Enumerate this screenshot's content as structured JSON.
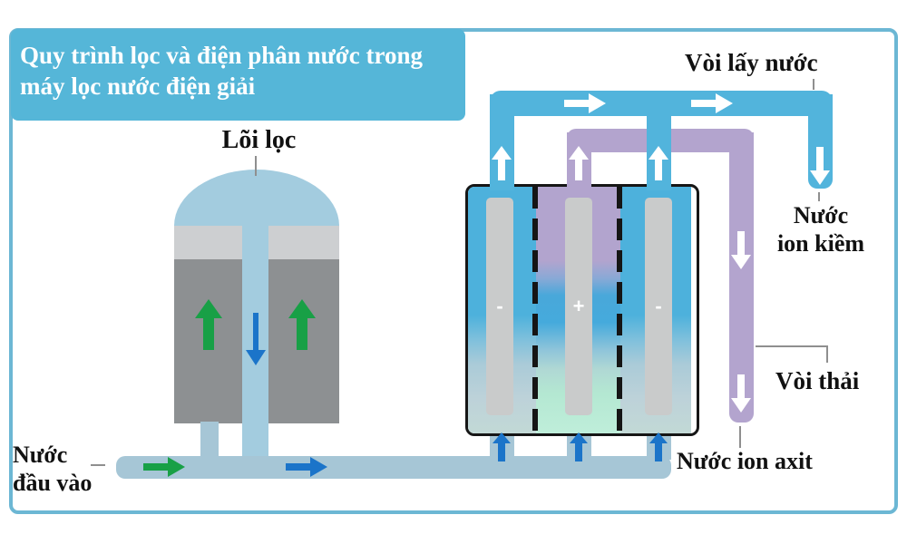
{
  "title": {
    "line1": "Quy trình lọc và điện phân nước trong",
    "line2": "máy lọc nước điện giải"
  },
  "labels": {
    "filter_core": "Lõi lọc",
    "water_tap": "Vòi lấy nước",
    "alkaline_water_line1": "Nước",
    "alkaline_water_line2": "ion kiềm",
    "waste_tap": "Vòi thải",
    "acid_water": "Nước ion axit",
    "inlet_water_line1": "Nước",
    "inlet_water_line2": "đầu vào"
  },
  "electrolysis_cell": {
    "electrodes": [
      {
        "sign": "-"
      },
      {
        "sign": "+"
      },
      {
        "sign": "-"
      }
    ]
  },
  "colors": {
    "title_box_bg": "#55b6d8",
    "title_text": "#ffffff",
    "frame_border": "#6cb7d4",
    "pipe_blue": "#52b4dc",
    "pipe_pale": "#a6c6d6",
    "pipe_purple": "#b3a4ce",
    "filter_dome": "#a3ccdf",
    "filter_band": "#cdcfd1",
    "filter_body": "#8d9092",
    "electrode_gray": "#c9cbcb",
    "cell_mint_bottom": "#b4e8d2",
    "arrow_green": "#18a046",
    "arrow_blue": "#1b74c9",
    "arrow_white": "#ffffff",
    "label_text": "#111111",
    "callout_gray": "#8f8f8f"
  }
}
